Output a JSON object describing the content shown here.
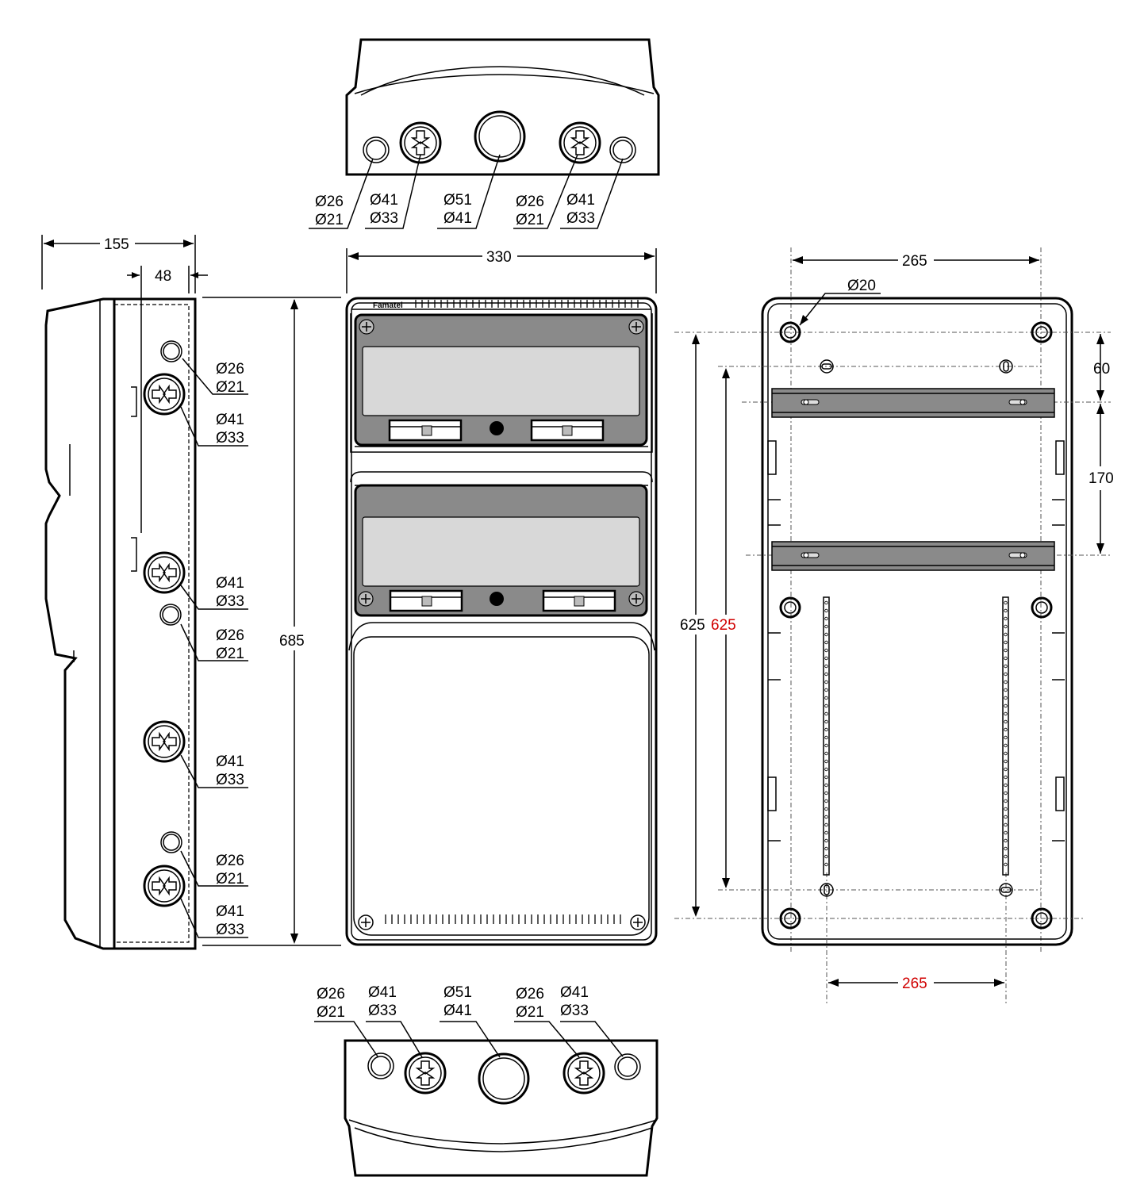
{
  "brand": "Famatel",
  "top_view": {
    "labels": [
      {
        "outer": "Ø26",
        "inner": "Ø21"
      },
      {
        "outer": "Ø41",
        "inner": "Ø33"
      },
      {
        "outer": "Ø51",
        "inner": "Ø41"
      },
      {
        "outer": "Ø26",
        "inner": "Ø21"
      },
      {
        "outer": "Ø41",
        "inner": "Ø33"
      }
    ]
  },
  "bottom_view": {
    "labels": [
      {
        "outer": "Ø26",
        "inner": "Ø21"
      },
      {
        "outer": "Ø41",
        "inner": "Ø33"
      },
      {
        "outer": "Ø51",
        "inner": "Ø41"
      },
      {
        "outer": "Ø26",
        "inner": "Ø21"
      },
      {
        "outer": "Ø41",
        "inner": "Ø33"
      }
    ]
  },
  "side_view": {
    "depth": "155",
    "rail_offset": "48",
    "height": "685",
    "labels": [
      {
        "outer": "Ø26",
        "inner": "Ø21"
      },
      {
        "outer": "Ø41",
        "inner": "Ø33"
      },
      {
        "outer": "Ø41",
        "inner": "Ø33"
      },
      {
        "outer": "Ø26",
        "inner": "Ø21"
      },
      {
        "outer": "Ø41",
        "inner": "Ø33"
      },
      {
        "outer": "Ø26",
        "inner": "Ø21"
      },
      {
        "outer": "Ø41",
        "inner": "Ø33"
      }
    ]
  },
  "front_view": {
    "width": "330"
  },
  "rear_view": {
    "top_width": "265",
    "hole": "Ø20",
    "height_left": "625",
    "height_right": "625",
    "gap_top": "60",
    "rail_spacing": "170",
    "bottom_width": "265"
  },
  "colors": {
    "line": "#000000",
    "highlight": "#d00000",
    "window": "#d8d8d8",
    "panel": "#8a8a8a"
  }
}
